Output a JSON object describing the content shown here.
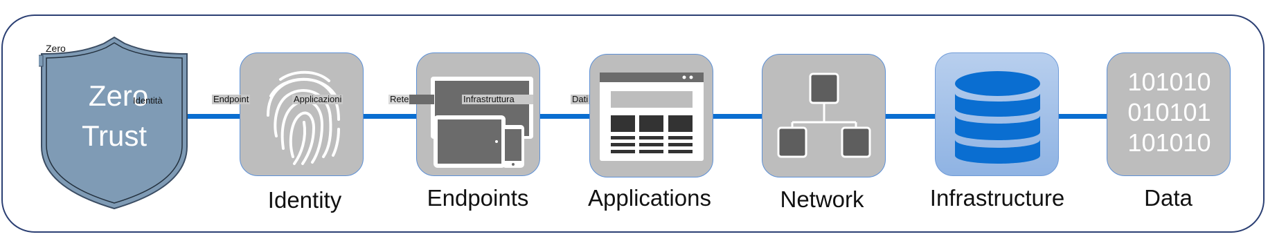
{
  "shield": {
    "small_label": "Zero",
    "title_line1": "Zero",
    "title_line2": "Trust"
  },
  "pillars": [
    {
      "label": "Identity",
      "icon": "fingerprint-icon"
    },
    {
      "label": "Endpoints",
      "icon": "devices-icon"
    },
    {
      "label": "Applications",
      "icon": "app-window-icon"
    },
    {
      "label": "Network",
      "icon": "network-topology-icon"
    },
    {
      "label": "Infrastructure",
      "icon": "database-icon"
    },
    {
      "label": "Data",
      "icon": "binary-data-icon"
    }
  ],
  "data_tile_text": [
    "101010",
    "010101",
    "101010"
  ],
  "overlay_tags": [
    "Endpoint",
    "Identità",
    "Applicazioni",
    "Rete",
    "Infrastruttura",
    "Dati"
  ],
  "colors": {
    "frame": "#2b3f73",
    "connector": "#0a6ed1",
    "shield": "#7f9bb5",
    "tile": "#bdbdbd",
    "infrastructure_tile": "#a9c4ea",
    "database": "#0a6ed1"
  }
}
